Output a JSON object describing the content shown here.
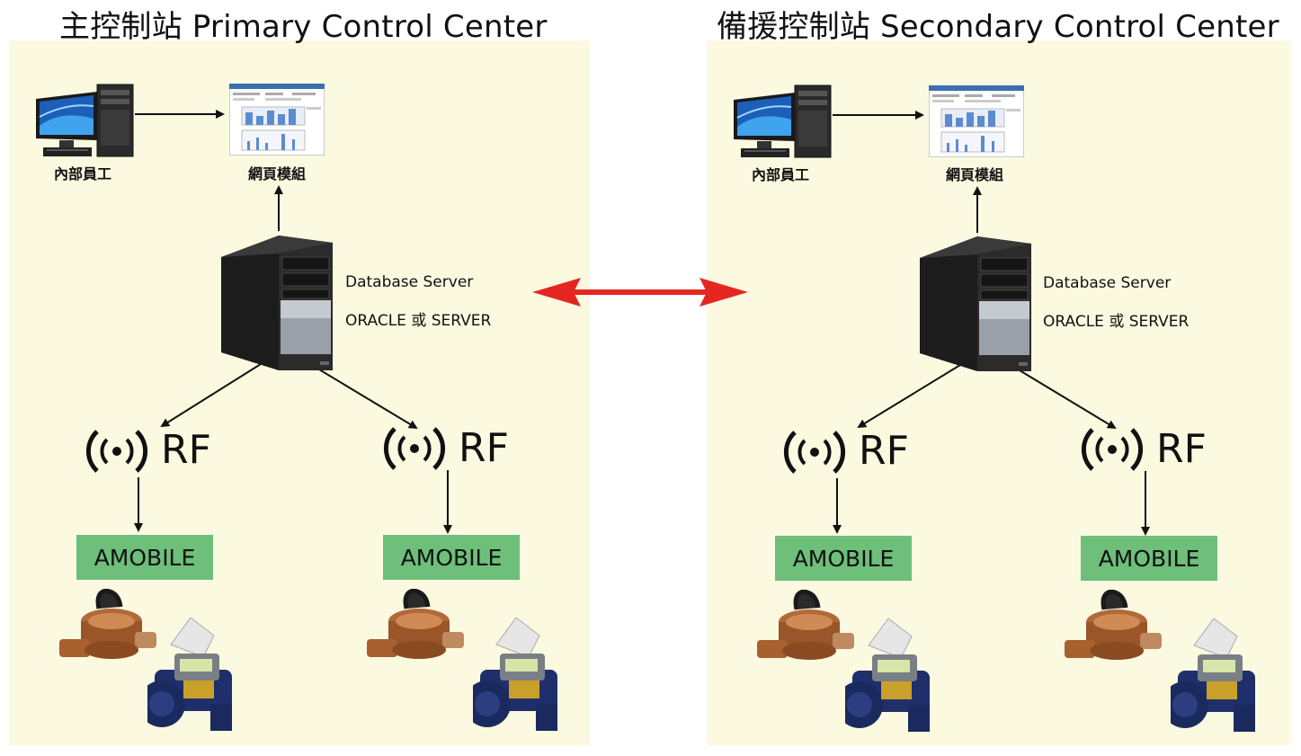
{
  "primary": {
    "title": "主控制站  Primary Control Center",
    "staff_label": "內部員工",
    "web_label": "網頁模組",
    "db_line1": "Database Server",
    "db_line2": "ORACLE 或 SERVER",
    "rf_label": "RF",
    "amobile_label": "AMOBILE"
  },
  "secondary": {
    "title": "備援控制站  Secondary Control Center",
    "staff_label": "內部員工",
    "web_label": "網頁模組",
    "db_line1": "Database Server",
    "db_line2": "ORACLE 或 SERVER",
    "rf_label": "RF",
    "amobile_label": "AMOBILE"
  },
  "colors": {
    "panel": "#fbf9e0",
    "amobile": "#6dbf7a",
    "sync_arrow": "#e52620"
  }
}
